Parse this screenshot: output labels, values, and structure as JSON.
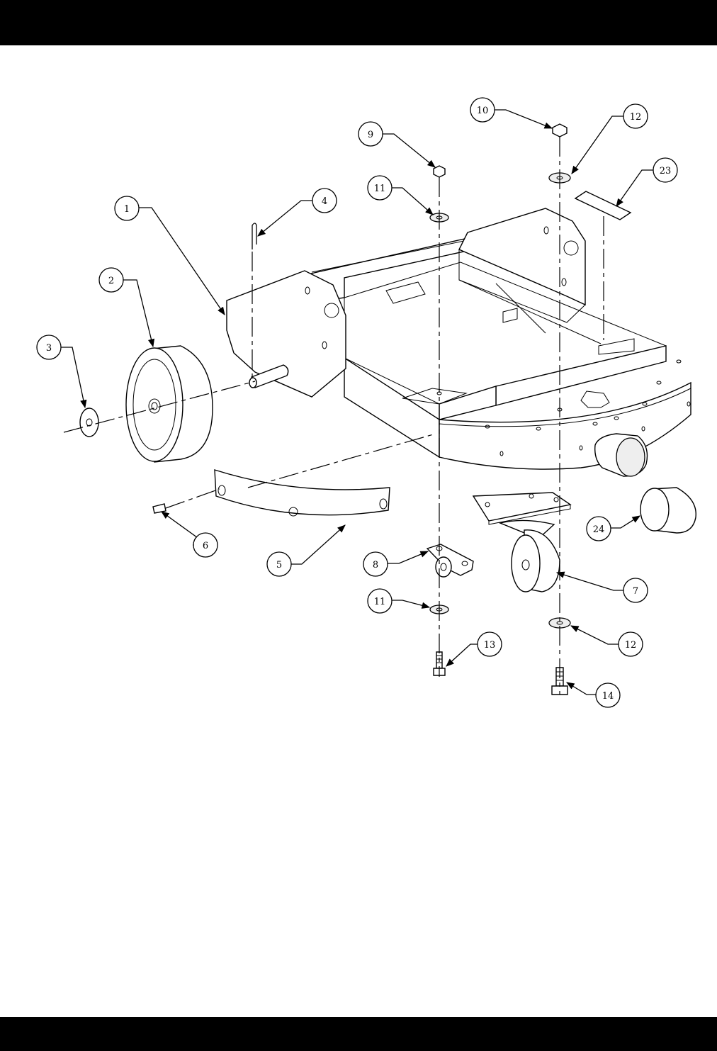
{
  "colors": {
    "band": "#000000",
    "ink": "#000000",
    "paper": "#ffffff"
  },
  "callouts": [
    {
      "id": "1",
      "label": "1"
    },
    {
      "id": "2",
      "label": "2"
    },
    {
      "id": "3",
      "label": "3"
    },
    {
      "id": "4",
      "label": "4"
    },
    {
      "id": "5",
      "label": "5"
    },
    {
      "id": "6",
      "label": "6"
    },
    {
      "id": "7",
      "label": "7"
    },
    {
      "id": "8",
      "label": "8"
    },
    {
      "id": "9",
      "label": "9"
    },
    {
      "id": "10",
      "label": "10"
    },
    {
      "id": "11a",
      "label": "11"
    },
    {
      "id": "11b",
      "label": "11"
    },
    {
      "id": "12a",
      "label": "12"
    },
    {
      "id": "12b",
      "label": "12"
    },
    {
      "id": "13",
      "label": "13"
    },
    {
      "id": "14",
      "label": "14"
    },
    {
      "id": "23",
      "label": "23"
    },
    {
      "id": "24",
      "label": "24"
    }
  ]
}
